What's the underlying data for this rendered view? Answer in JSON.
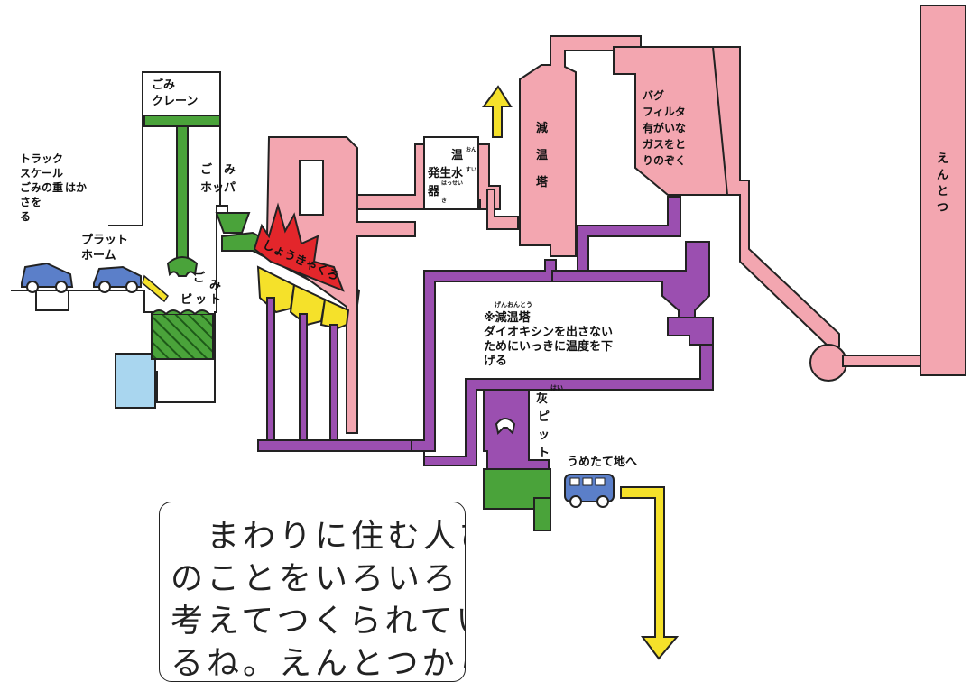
{
  "labels": {
    "gomi_crane": [
      "ごみ",
      "クレーン"
    ],
    "truck_scale": [
      "トラック",
      "スケール",
      "ごみの重",
      "さを",
      "はか",
      "る"
    ],
    "platform": [
      "プラット",
      "ホーム"
    ],
    "gomi_pit": [
      "ご",
      "み",
      "ピ",
      "ッ",
      "ト"
    ],
    "gomi_hopper": [
      "ご　み",
      "ホッパ"
    ],
    "incinerator": "しょうきゃくろ",
    "hot_water_generator": [
      "温",
      "水",
      "発生",
      "器"
    ],
    "furigana_hot_water": [
      "おん",
      "すい",
      "はっせい",
      "き"
    ],
    "cooling_tower": [
      "減",
      "温",
      "塔"
    ],
    "bag_filter": [
      "バグ",
      "フィルタ",
      "有がいな",
      "ガスをと",
      "りのぞく"
    ],
    "chimney": [
      "え",
      "ん",
      "と",
      "つ"
    ],
    "cooling_note": [
      "※減温塔",
      "ダイオキシンを出さない",
      "ためにいっきに温度を下",
      "げる"
    ],
    "furigana_cooling": "げんおんとう",
    "ash_pit": [
      "灰",
      "ピ",
      "ッ",
      "ト"
    ],
    "furigana_ash": "はい",
    "to_landfill": "うめたて地へ"
  },
  "note_text": [
    "　まわりに住む人びと",
    "のことをいろいろ",
    "考えてつくられてい",
    "るね。えんとつから"
  ],
  "colors": {
    "pink": "#f3a6b0",
    "green": "#4aa33a",
    "purple": "#9b4fb0",
    "yellow": "#f5e12a",
    "red": "#e3262b",
    "blue": "#5b7fc9",
    "water": "#a9d6ef"
  }
}
